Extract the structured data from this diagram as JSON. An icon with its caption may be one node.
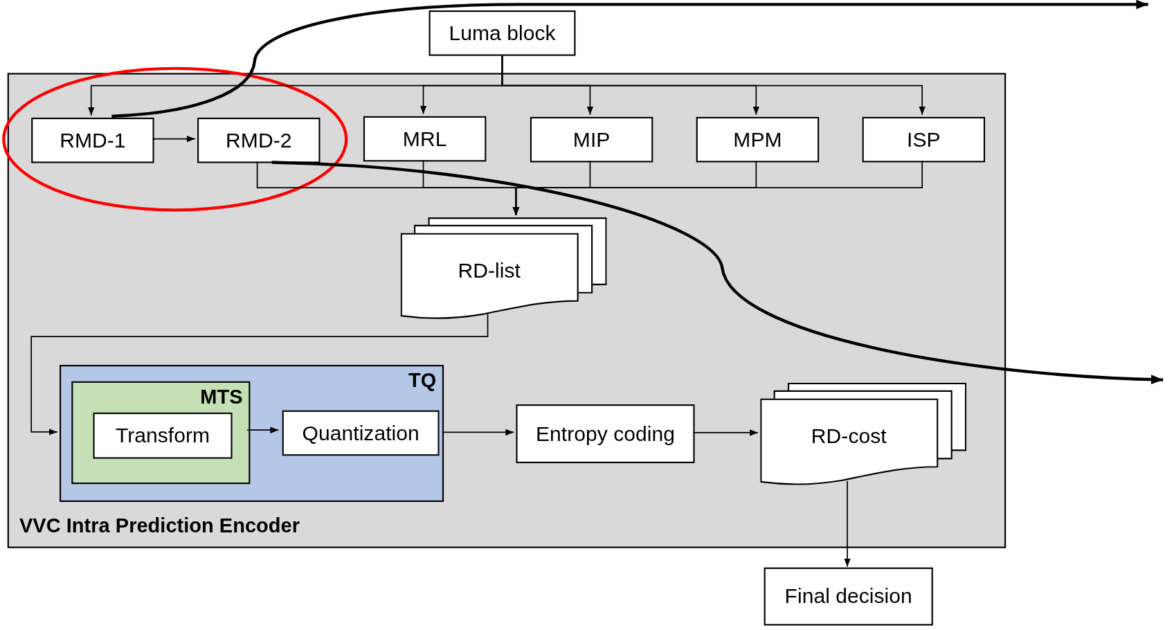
{
  "diagram": {
    "nodes": [
      {
        "text": [
          "Luma block"
        ]
      },
      {
        "text": [
          "VVC Intra Prediction Encoder"
        ]
      },
      {
        "text": [
          "RMD-1"
        ],
        "in": 1
      },
      {
        "text": [
          "RMD-2"
        ],
        "in": 1
      },
      {
        "text": [
          "MRL"
        ],
        "in": 1
      },
      {
        "text": [
          "MIP"
        ],
        "in": 1
      },
      {
        "text": [
          "MPM"
        ],
        "in": 1
      },
      {
        "text": [
          "ISP"
        ],
        "in": 1
      },
      {
        "text": [
          "RD-list"
        ],
        "in": 1
      },
      {
        "text": [
          "TQ"
        ],
        "in": 1
      },
      {
        "text": [
          "MTS"
        ],
        "in": 9
      },
      {
        "text": [
          "Transform"
        ],
        "in": 10
      },
      {
        "text": [
          "Quantization"
        ],
        "in": 9
      },
      {
        "text": [
          "Entropy coding"
        ],
        "in": 1
      },
      {
        "text": [
          "RD-cost"
        ],
        "in": 1
      },
      {
        "text": [
          "Final decision"
        ]
      }
    ],
    "edges": [
      {
        "from": 0,
        "to": 2,
        "arrow": "to"
      },
      {
        "from": 0,
        "to": 4,
        "arrow": "to"
      },
      {
        "from": 0,
        "to": 5,
        "arrow": "to"
      },
      {
        "from": 0,
        "to": 6,
        "arrow": "to"
      },
      {
        "from": 0,
        "to": 7,
        "arrow": "to"
      },
      {
        "from": 2,
        "to": 3,
        "arrow": "to"
      },
      {
        "from": 3,
        "to": 8,
        "arrow": "to"
      },
      {
        "from": 4,
        "to": 8,
        "arrow": "to"
      },
      {
        "from": 5,
        "to": 8,
        "arrow": "to"
      },
      {
        "from": 6,
        "to": 8,
        "arrow": "to"
      },
      {
        "from": 7,
        "to": 8,
        "arrow": "to"
      },
      {
        "from": 8,
        "to": 9,
        "arrow": "to"
      },
      {
        "from": 10,
        "to": 12,
        "arrow": "to"
      },
      {
        "from": 9,
        "to": 13,
        "arrow": "to"
      },
      {
        "from": 13,
        "to": 14,
        "arrow": "to"
      },
      {
        "from": 14,
        "to": 15,
        "arrow": "to"
      },
      {
        "from": 2,
        "to": null,
        "arrow": "to",
        "style": "thick"
      },
      {
        "from": 3,
        "to": null,
        "arrow": "to",
        "style": "thick"
      }
    ]
  }
}
